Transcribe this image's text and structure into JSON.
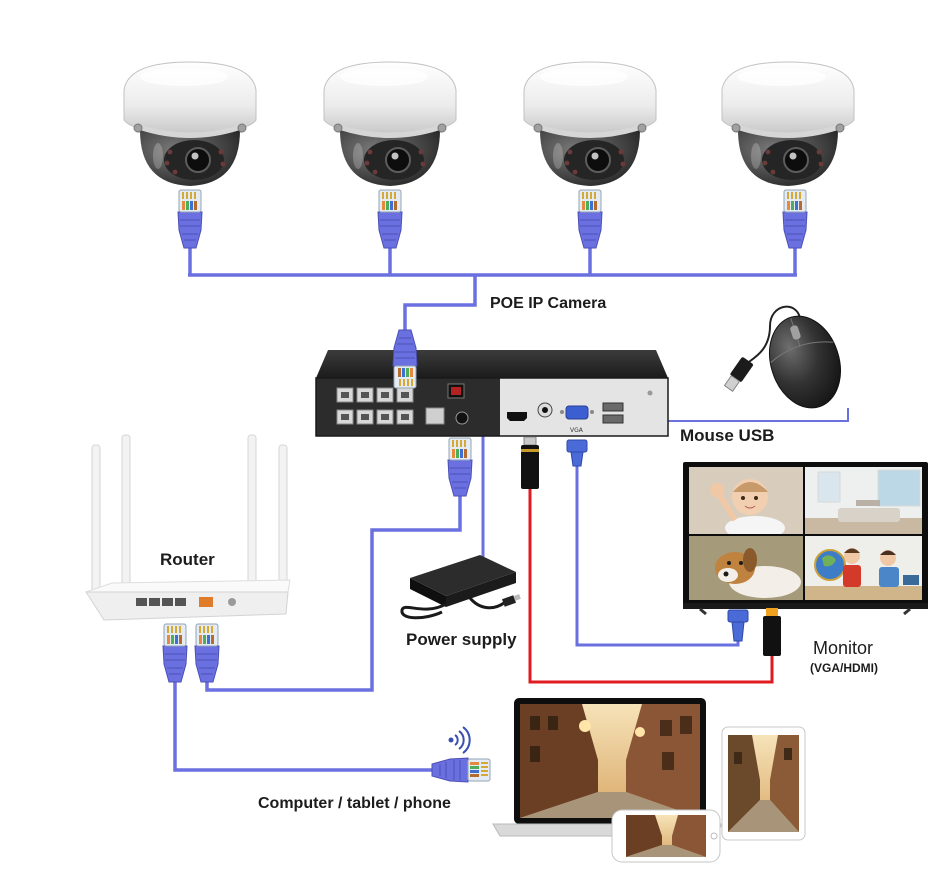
{
  "labels": {
    "poe_ip_camera": "POE IP Camera",
    "router": "Router",
    "mouse_usb": "Mouse USB",
    "power_supply": "Power supply",
    "monitor": "Monitor",
    "monitor_ports": "(VGA/HDMI)",
    "clients": "Computer / tablet / phone",
    "nvr_vga": "VGA"
  },
  "colors": {
    "network_cable": "#6b70e0",
    "hdmi_cable": "#e01b22",
    "vga_cable": "#6b70e0",
    "usb_cable": "#6b70e0"
  },
  "icons": {
    "camera": "dome-camera-icon",
    "recorder": "nvr-icon",
    "router": "router-icon",
    "mouse": "mouse-icon",
    "power": "power-adapter-icon",
    "monitor": "monitor-icon",
    "wireless": "wifi-icon",
    "clients": "laptop-icon"
  }
}
